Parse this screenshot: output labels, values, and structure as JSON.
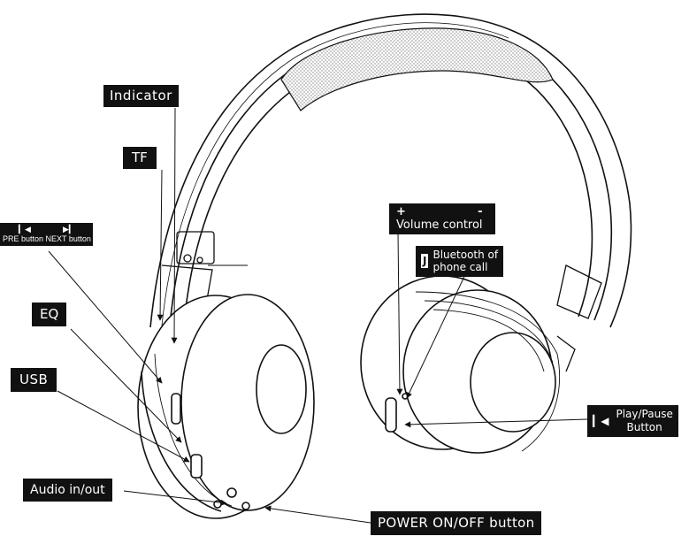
{
  "labels": {
    "indicator": "Indicator",
    "tf": "TF",
    "pre_button": "PRE button",
    "next_button": "NEXT button",
    "eq": "EQ",
    "usb": "USB",
    "audio": "Audio in/out",
    "power": "POWER ON/OFF button",
    "volume_plus": "+",
    "volume_minus": "-",
    "volume": "Volume control",
    "bt_line1": "Bluetooth of",
    "bt_line2": "phone call",
    "play_line1": "Play/Pause",
    "play_line2": "Button"
  },
  "icons": {
    "pre": "prev-track-icon",
    "next": "next-track-icon",
    "phone": "phone-icon",
    "play_pause": "play-pause-icon"
  }
}
